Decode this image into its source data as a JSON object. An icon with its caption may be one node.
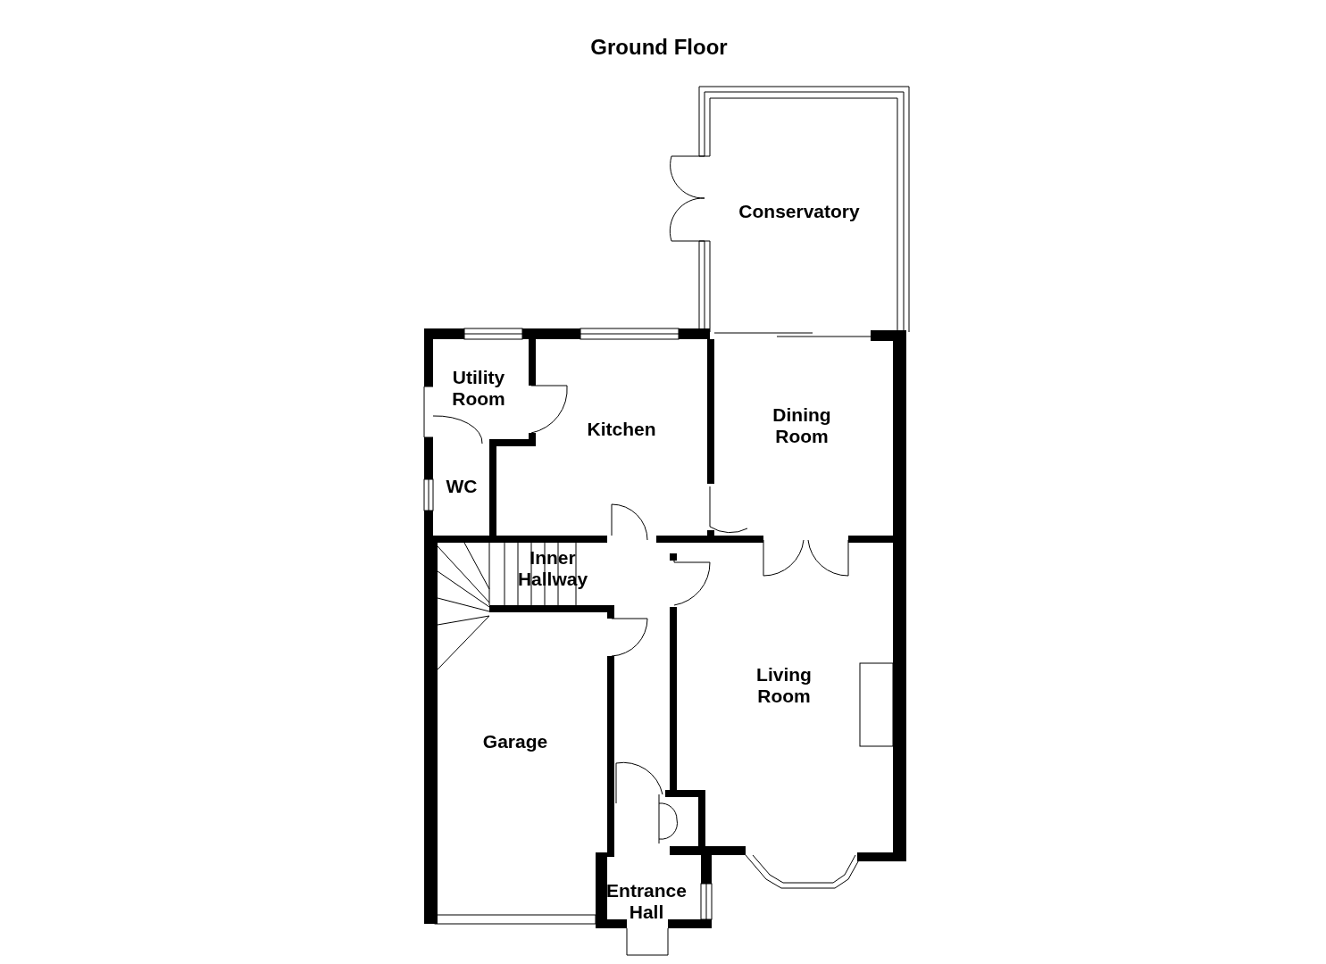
{
  "diagram": {
    "title": "Ground Floor",
    "nodes": [
      {
        "text": [
          "Conservatory"
        ]
      },
      {
        "text": [
          "Utility Room"
        ]
      },
      {
        "text": [
          "Kitchen"
        ]
      },
      {
        "text": [
          "Dining Room"
        ]
      },
      {
        "text": [
          "WC"
        ]
      },
      {
        "text": [
          "Inner Hallway"
        ]
      },
      {
        "text": [
          "Living Room"
        ]
      },
      {
        "text": [
          "Garage"
        ]
      },
      {
        "text": [
          "Entrance Hall"
        ]
      }
    ]
  }
}
